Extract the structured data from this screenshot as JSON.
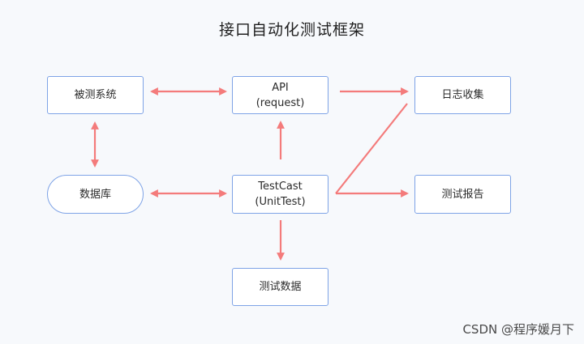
{
  "title": "接口自动化测试框架",
  "nodes": {
    "system": "被测系统",
    "api": {
      "line1": "API",
      "line2": "(request)"
    },
    "log": "日志收集",
    "db": "数据库",
    "testcase": {
      "line1": "TestCast",
      "line2": "(UnitTest)"
    },
    "report": "测试报告",
    "testdata": "测试数据"
  },
  "colors": {
    "arrow": "#f47b7b",
    "node_border": "#7ea3e6"
  },
  "watermark": "CSDN @程序媛月下"
}
